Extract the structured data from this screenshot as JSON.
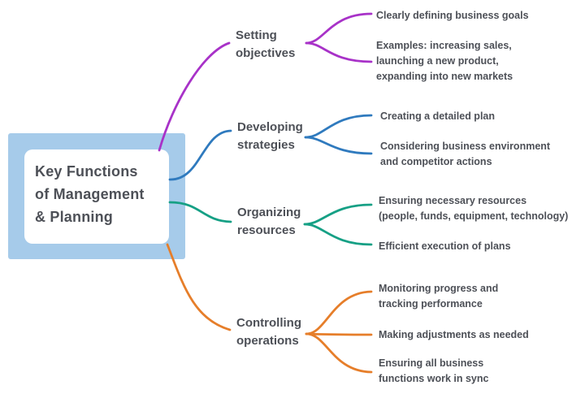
{
  "colors": {
    "background": "#ffffff",
    "center_box": "#a6cbea",
    "center_card": "#ffffff",
    "text": "#4d5057"
  },
  "center": {
    "title": "Key Functions\nof Management\n& Planning"
  },
  "branches": [
    {
      "label": "Setting\nobjectives",
      "color": "#a832c8",
      "leaves": [
        {
          "text": "Clearly defining business goals"
        },
        {
          "text": "Examples: increasing sales,\nlaunching a new product,\nexpanding into new markets"
        }
      ]
    },
    {
      "label": "Developing\nstrategies",
      "color": "#2f7abe",
      "leaves": [
        {
          "text": "Creating a detailed plan"
        },
        {
          "text": "Considering business environment\nand competitor actions"
        }
      ]
    },
    {
      "label": "Organizing\nresources",
      "color": "#16a085",
      "leaves": [
        {
          "text": "Ensuring necessary resources\n(people, funds, equipment, technology)"
        },
        {
          "text": "Efficient execution of plans"
        }
      ]
    },
    {
      "label": "Controlling\noperations",
      "color": "#e67e2a",
      "leaves": [
        {
          "text": "Monitoring progress and\ntracking performance"
        },
        {
          "text": "Making adjustments as needed"
        },
        {
          "text": "Ensuring all business\nfunctions work in sync"
        }
      ]
    }
  ]
}
